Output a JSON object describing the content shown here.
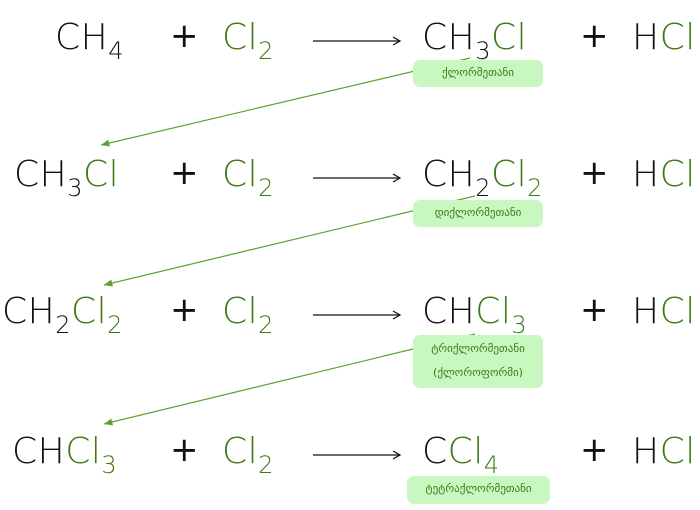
{
  "colors": {
    "black": "#111111",
    "green": "#3d7a17",
    "label_bg": "#c8f7c0"
  },
  "plus": "+",
  "rows": [
    {
      "reactant": [
        {
          "t": "CH",
          "c": "k"
        },
        {
          "t": "4",
          "c": "k",
          "sub": true
        }
      ],
      "reagent": [
        {
          "t": "Cl",
          "c": "g"
        },
        {
          "t": "2",
          "c": "g",
          "sub": true
        }
      ],
      "product": [
        {
          "t": "CH",
          "c": "k"
        },
        {
          "t": "3",
          "c": "k",
          "sub": true
        },
        {
          "t": "Cl",
          "c": "g"
        }
      ],
      "byproduct": [
        {
          "t": "H",
          "c": "k"
        },
        {
          "t": "Cl",
          "c": "g"
        }
      ],
      "label": [
        "ქლორმეთანი"
      ]
    },
    {
      "reactant": [
        {
          "t": "CH",
          "c": "k"
        },
        {
          "t": "3",
          "c": "k",
          "sub": true
        },
        {
          "t": "Cl",
          "c": "g"
        }
      ],
      "reagent": [
        {
          "t": "Cl",
          "c": "g"
        },
        {
          "t": "2",
          "c": "g",
          "sub": true
        }
      ],
      "product": [
        {
          "t": "CH",
          "c": "k"
        },
        {
          "t": "2",
          "c": "k",
          "sub": true
        },
        {
          "t": "Cl",
          "c": "g"
        },
        {
          "t": "2",
          "c": "g",
          "sub": true
        }
      ],
      "byproduct": [
        {
          "t": "H",
          "c": "k"
        },
        {
          "t": "Cl",
          "c": "g"
        }
      ],
      "label": [
        "დიქლორმეთანი"
      ]
    },
    {
      "reactant": [
        {
          "t": "CH",
          "c": "k"
        },
        {
          "t": "2",
          "c": "k",
          "sub": true
        },
        {
          "t": "Cl",
          "c": "g"
        },
        {
          "t": "2",
          "c": "g",
          "sub": true
        }
      ],
      "reagent": [
        {
          "t": "Cl",
          "c": "g"
        },
        {
          "t": "2",
          "c": "g",
          "sub": true
        }
      ],
      "product": [
        {
          "t": "CH",
          "c": "k"
        },
        {
          "t": "Cl",
          "c": "g"
        },
        {
          "t": "3",
          "c": "g",
          "sub": true
        }
      ],
      "byproduct": [
        {
          "t": "H",
          "c": "k"
        },
        {
          "t": "Cl",
          "c": "g"
        }
      ],
      "label": [
        "ტრიქლორმეთანი",
        "(ქლოროფორმი)"
      ]
    },
    {
      "reactant": [
        {
          "t": "CH",
          "c": "k"
        },
        {
          "t": "Cl",
          "c": "g"
        },
        {
          "t": "3",
          "c": "g",
          "sub": true
        }
      ],
      "reagent": [
        {
          "t": "Cl",
          "c": "g"
        },
        {
          "t": "2",
          "c": "g",
          "sub": true
        }
      ],
      "product": [
        {
          "t": "C",
          "c": "k"
        },
        {
          "t": "Cl",
          "c": "g"
        },
        {
          "t": "4",
          "c": "g",
          "sub": true
        }
      ],
      "byproduct": [
        {
          "t": "H",
          "c": "k"
        },
        {
          "t": "Cl",
          "c": "g"
        }
      ],
      "label": [
        "ტეტრაქლორმეთანი"
      ]
    }
  ]
}
